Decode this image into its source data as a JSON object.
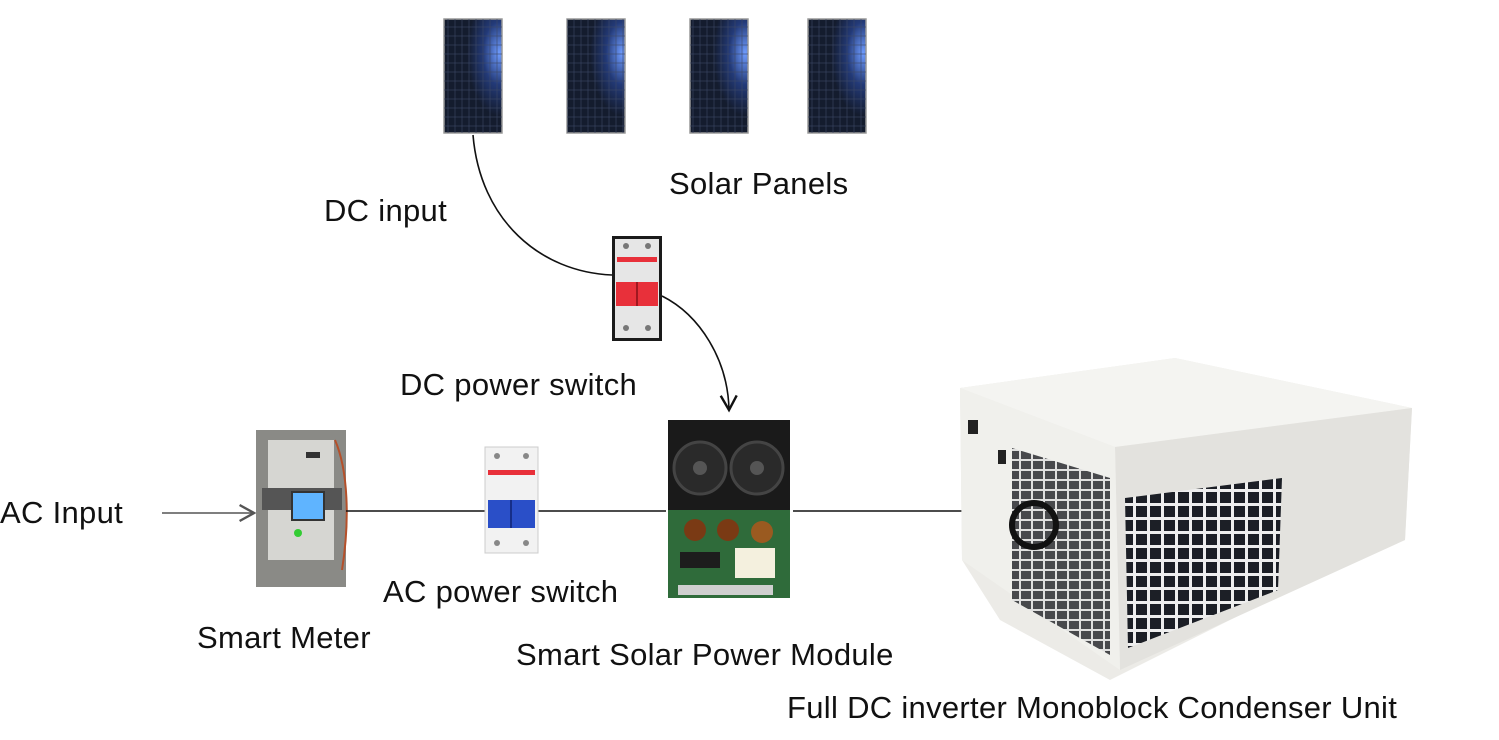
{
  "labels": {
    "solar_panels": "Solar Panels",
    "dc_input": "DC input",
    "dc_power_switch": "DC power switch",
    "ac_input": "AC Input",
    "ac_power_switch": "AC power switch",
    "smart_meter": "Smart Meter",
    "smart_solar_power_module": "Smart Solar Power Module",
    "condenser_unit": "Full DC inverter Monoblock Condenser Unit"
  },
  "colors": {
    "panel": "#141c2e",
    "panel_glow": "#4a78e0",
    "breaker_dc": "#e8303a",
    "breaker_ac": "#2a4fc8",
    "meter_screen": "#5fb4ff",
    "line": "#111111",
    "condenser": "#e9e8e4"
  }
}
